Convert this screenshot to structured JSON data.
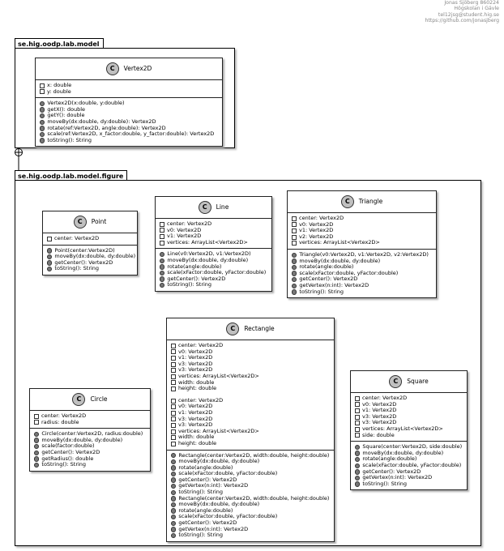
{
  "header": {
    "lines": [
      "Jonas Sjöberg 860224",
      "Högskolan i Gävle",
      "tel12jsg@student.hig.se",
      "https://github.com/jonasjberg"
    ]
  },
  "packages": {
    "model": {
      "name": "se.hig.oodp.lab.model"
    },
    "figure": {
      "name": "se.hig.oodp.lab.model.figure"
    }
  },
  "classes": {
    "vertex2d": {
      "name": "Vertex2D",
      "fields": [
        "x: double",
        "y: double"
      ],
      "methods": [
        "Vertex2D(x:double, y:double)",
        "getX(): double",
        "getY(): double",
        "moveBy(dx:double, dy:double): Vertex2D",
        "rotate(ref:Vertex2D, angle:double): Vertex2D",
        "scale(ref:Vertex2D, x_factor:double, y_factor:double): Vertex2D",
        "toString(): String"
      ]
    },
    "point": {
      "name": "Point",
      "fields": [
        "center: Vertex2D"
      ],
      "methods": [
        "Point(center:Vertex2D)",
        "moveBy(dx:double, dy:double)",
        "getCenter(): Vertex2D",
        "toString(): String"
      ]
    },
    "line": {
      "name": "Line",
      "fields": [
        "center: Vertex2D",
        "v0: Vertex2D",
        "v1: Vertex2D",
        "vertices: ArrayList<Vertex2D>"
      ],
      "methods": [
        "Line(v0:Vertex2D, v1:Vertex2D)",
        "moveBy(dx:double, dy:double)",
        "rotate(angle:double)",
        "scale(xFactor:double, yFactor:double)",
        "getCenter(): Vertex2D",
        "toString(): String"
      ]
    },
    "triangle": {
      "name": "Triangle",
      "fields": [
        "center: Vertex2D",
        "v0: Vertex2D",
        "v1: Vertex2D",
        "v2: Vertex2D",
        "vertices: ArrayList<Vertex2D>"
      ],
      "methods": [
        "Triangle(v0:Vertex2D, v1:Vertex2D, v2:Vertex2D)",
        "moveBy(dx:double, dy:double)",
        "rotate(angle:double)",
        "scale(xFactor:double, yFactor:double)",
        "getCenter(): Vertex2D",
        "getVertex(n:int): Vertex2D",
        "toString(): String"
      ]
    },
    "rectangle": {
      "name": "Rectangle",
      "fields_a": [
        "center: Vertex2D",
        "v0: Vertex2D",
        "v1: Vertex2D",
        "v3: Vertex2D",
        "v3: Vertex2D",
        "vertices: ArrayList<Vertex2D>",
        "width: double",
        "height: double"
      ],
      "fields_b": [
        "center: Vertex2D",
        "v0: Vertex2D",
        "v1: Vertex2D",
        "v3: Vertex2D",
        "v3: Vertex2D",
        "vertices: ArrayList<Vertex2D>",
        "width: double",
        "height: double"
      ],
      "methods": [
        "Rectangle(center:Vertex2D, width:double, height:double)",
        "moveBy(dx:double, dy:double)",
        "rotate(angle:double)",
        "scale(xFactor:double, yFactor:double)",
        "getCenter(): Vertex2D",
        "getVertex(n:int): Vertex2D",
        "toString(): String",
        "Rectangle(center:Vertex2D, width:double, height:double)",
        "moveBy(dx:double, dy:double)",
        "rotate(angle:double)",
        "scale(xFactor:double, yFactor:double)",
        "getCenter(): Vertex2D",
        "getVertex(n:int): Vertex2D",
        "toString(): String"
      ]
    },
    "circle": {
      "name": "Circle",
      "fields": [
        "center: Vertex2D",
        "radius: double"
      ],
      "methods": [
        "Circle(center:Vertex2D, radius:double)",
        "moveBy(dx:double, dy:double)",
        "scale(factor:double)",
        "getCenter(): Vertex2D",
        "getRadius(): double",
        "toString(): String"
      ]
    },
    "square": {
      "name": "Square",
      "fields": [
        "center: Vertex2D",
        "v0: Vertex2D",
        "v1: Vertex2D",
        "v3: Vertex2D",
        "v3: Vertex2D",
        "vertices: ArrayList<Vertex2D>",
        "side: double"
      ],
      "methods": [
        "Square(center:Vertex2D, side:double)",
        "moveBy(dx:double, dy:double)",
        "rotate(angle:double)",
        "scale(xFactor:double, yFactor:double)",
        "getCenter(): Vertex2D",
        "getVertex(n:int): Vertex2D",
        "toString(): String"
      ]
    }
  }
}
